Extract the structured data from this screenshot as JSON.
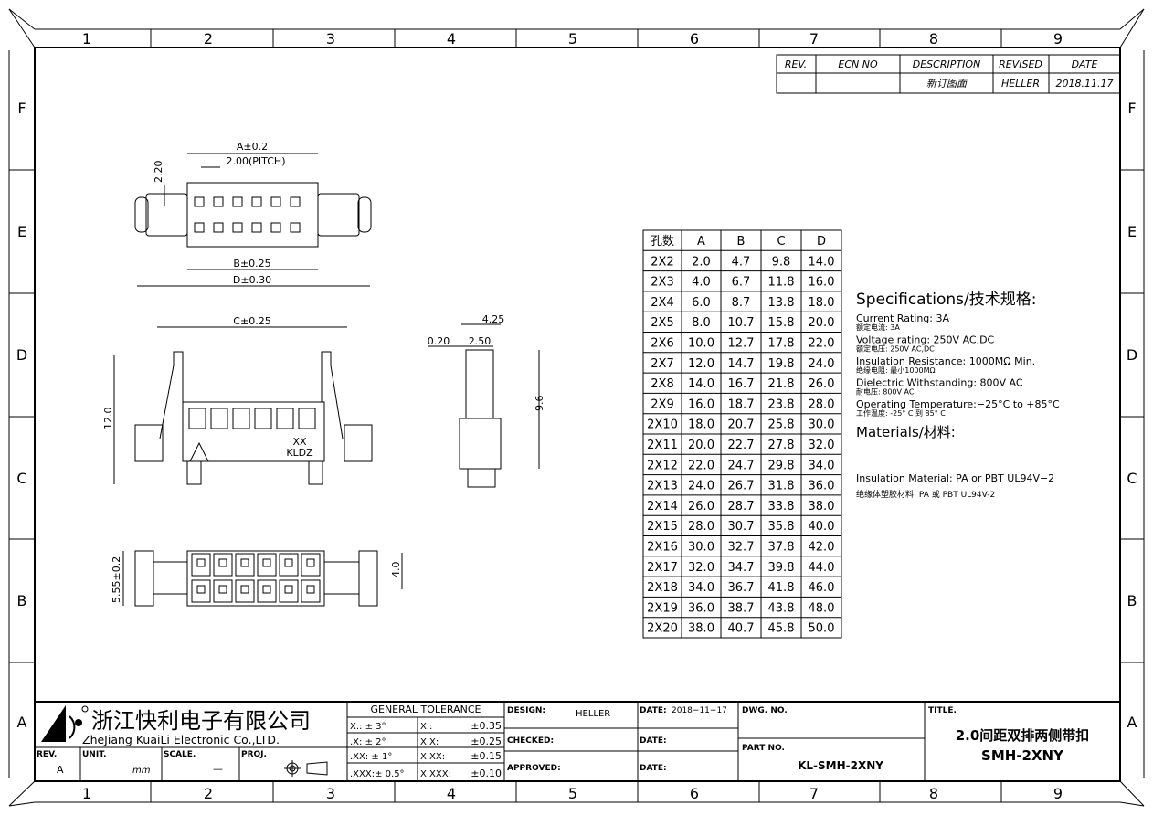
{
  "grid": {
    "columns": [
      "1",
      "2",
      "3",
      "4",
      "5",
      "6",
      "7",
      "8",
      "9"
    ],
    "rows": [
      "F",
      "E",
      "D",
      "C",
      "B",
      "A"
    ]
  },
  "revision_block": {
    "headers": [
      "REV.",
      "ECN NO",
      "DESCRIPTION",
      "REVISED",
      "DATE"
    ],
    "row": [
      "",
      "",
      "新订图面",
      "HELLER",
      "2018.11.17"
    ]
  },
  "dimensions": {
    "a": "A±0.2",
    "pitch": "2.00(PITCH)",
    "h220": "2.20",
    "b": "B±0.25",
    "d": "D±0.30",
    "c": "C±0.25",
    "h120": "12.0",
    "mark_xx": "XX",
    "mark_kldz": "KLDZ",
    "w425": "4.25",
    "w020": "0.20",
    "w250": "2.50",
    "h96": "9.6",
    "h555": "5.55±0.2",
    "h40": "4.0"
  },
  "dim_table": {
    "headers": [
      "孔数",
      "A",
      "B",
      "C",
      "D"
    ],
    "rows": [
      [
        "2X2",
        "2.0",
        "4.7",
        "9.8",
        "14.0"
      ],
      [
        "2X3",
        "4.0",
        "6.7",
        "11.8",
        "16.0"
      ],
      [
        "2X4",
        "6.0",
        "8.7",
        "13.8",
        "18.0"
      ],
      [
        "2X5",
        "8.0",
        "10.7",
        "15.8",
        "20.0"
      ],
      [
        "2X6",
        "10.0",
        "12.7",
        "17.8",
        "22.0"
      ],
      [
        "2X7",
        "12.0",
        "14.7",
        "19.8",
        "24.0"
      ],
      [
        "2X8",
        "14.0",
        "16.7",
        "21.8",
        "26.0"
      ],
      [
        "2X9",
        "16.0",
        "18.7",
        "23.8",
        "28.0"
      ],
      [
        "2X10",
        "18.0",
        "20.7",
        "25.8",
        "30.0"
      ],
      [
        "2X11",
        "20.0",
        "22.7",
        "27.8",
        "32.0"
      ],
      [
        "2X12",
        "22.0",
        "24.7",
        "29.8",
        "34.0"
      ],
      [
        "2X13",
        "24.0",
        "26.7",
        "31.8",
        "36.0"
      ],
      [
        "2X14",
        "26.0",
        "28.7",
        "33.8",
        "38.0"
      ],
      [
        "2X15",
        "28.0",
        "30.7",
        "35.8",
        "40.0"
      ],
      [
        "2X16",
        "30.0",
        "32.7",
        "37.8",
        "42.0"
      ],
      [
        "2X17",
        "32.0",
        "34.7",
        "39.8",
        "44.0"
      ],
      [
        "2X18",
        "34.0",
        "36.7",
        "41.8",
        "46.0"
      ],
      [
        "2X19",
        "36.0",
        "38.7",
        "43.8",
        "48.0"
      ],
      [
        "2X20",
        "38.0",
        "40.7",
        "45.8",
        "50.0"
      ]
    ]
  },
  "specs": {
    "title": "Specifications/技术规格:",
    "lines": [
      {
        "en": "Current Rating: 3A",
        "cn": "额定电流: 3A"
      },
      {
        "en": "Voltage rating: 250V AC,DC",
        "cn": "额定电压: 250V AC,DC"
      },
      {
        "en": "Insulation Resistance: 1000MΩ Min.",
        "cn": "绝缘电阻: 最小1000MΩ"
      },
      {
        "en": "Dielectric Withstanding: 800V AC",
        "cn": "耐电压: 800V AC"
      },
      {
        "en": "Operating Temperature:−25°C to +85°C",
        "cn": "工作温度: -25° C 到 85° C"
      }
    ],
    "materials_title": "Materials/材料:",
    "material_en": "Insulation Material: PA or PBT UL94V−2",
    "material_cn": "绝缘体塑胶材料: PA 或 PBT UL94V-2"
  },
  "title_block": {
    "company_cn": "浙江快利电子有限公司",
    "company_en": "ZheJiang KuaiLi Electronic Co.,LTD.",
    "rev_label": "REV.",
    "rev_value": "A",
    "unit_label": "UNIT.",
    "unit_value": "mm",
    "scale_label": "SCALE.",
    "scale_value": "—",
    "proj_label": "PROJ.",
    "tolerance_title": "GENERAL TOLERANCE",
    "tol_angles": [
      "X.: ± 3°",
      ".X: ± 2°",
      ".XX: ± 1°",
      ".XXX:± 0.5°"
    ],
    "tol_linear": [
      [
        "X.:",
        "±0.35"
      ],
      [
        "X.X:",
        "±0.25"
      ],
      [
        "X.XX:",
        "±0.15"
      ],
      [
        "X.XXX:",
        "±0.10"
      ]
    ],
    "design_label": "DESIGN:",
    "design_value": "HELLER",
    "checked_label": "CHECKED:",
    "approved_label": "APPROVED:",
    "date1_label": "DATE:",
    "date1_value": "2018−11−17",
    "date2_label": "DATE:",
    "date3_label": "DATE:",
    "dwg_label": "DWG. NO.",
    "part_label": "PART NO.",
    "part_value": "KL-SMH-2XNY",
    "title_label": "TITLE.",
    "title_line1": "2.0间距双排两侧带扣",
    "title_line2": "SMH-2XNY"
  }
}
